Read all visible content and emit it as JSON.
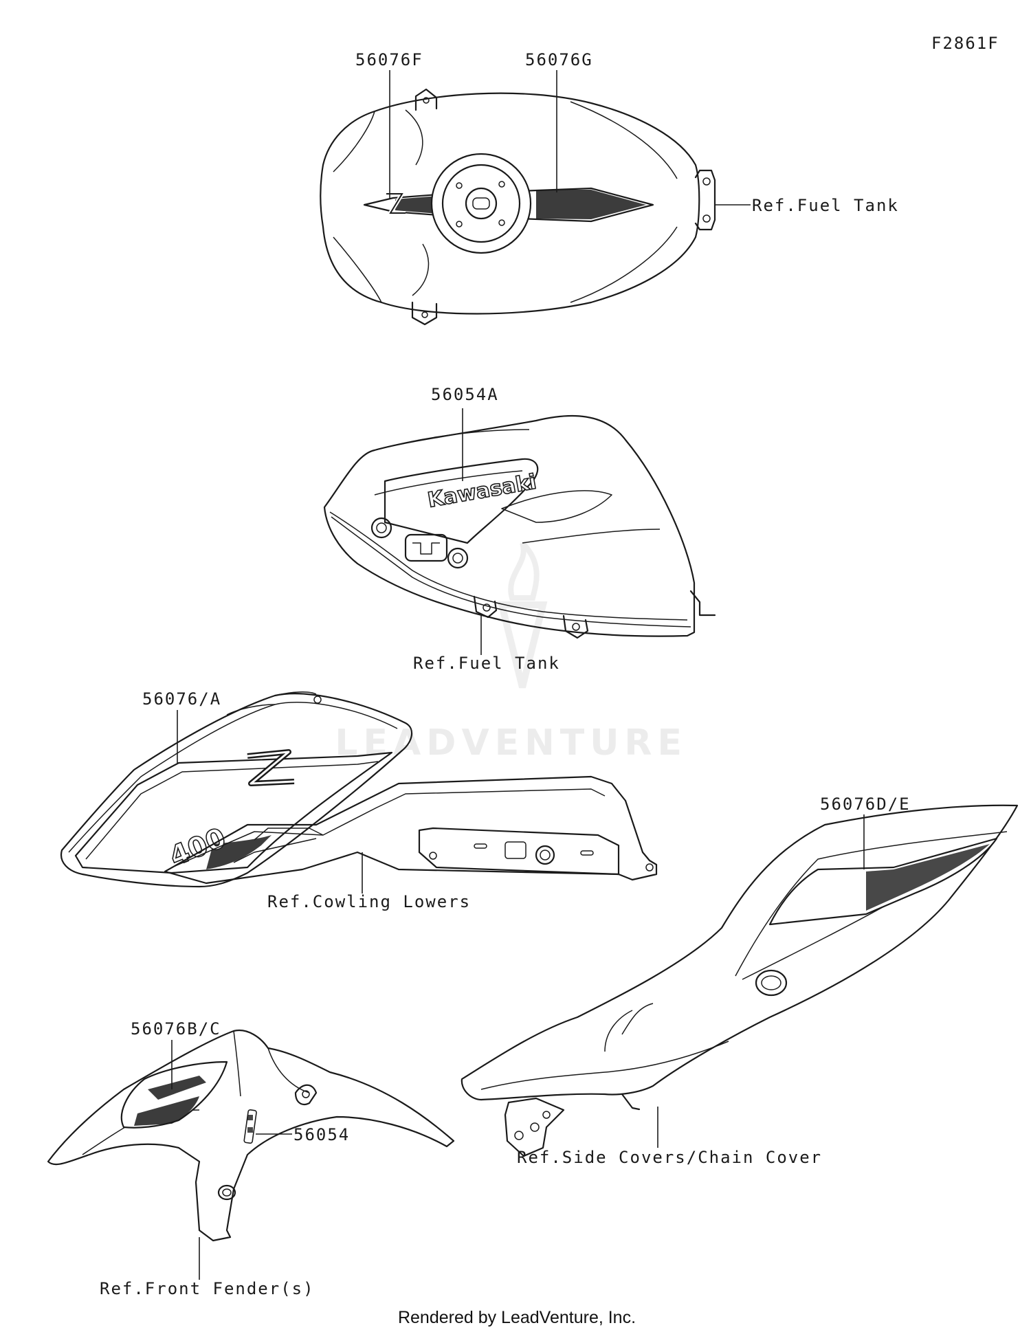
{
  "diagram_id": "F2861F",
  "parts": {
    "tank_top_left_label": "56076F",
    "tank_top_right_label": "56076G",
    "tank_top_ref": "Ref.Fuel Tank",
    "tank_side_label": "56054A",
    "tank_side_emblem": "Kawasaki",
    "tank_side_ref": "Ref.Fuel Tank",
    "cowl_label": "56076/A",
    "cowl_ref": "Ref.Cowling Lowers",
    "cowl_emblem_letter": "Z",
    "cowl_emblem_number": "400",
    "side_cover_label": "56076D/E",
    "side_cover_ref": "Ref.Side Covers/Chain Cover",
    "fender_label": "56076B/C",
    "fender_small_label": "56054",
    "fender_ref": "Ref.Front Fender(s)"
  },
  "watermark": "LEADVENTURE",
  "footer": "Rendered by LeadVenture, Inc."
}
